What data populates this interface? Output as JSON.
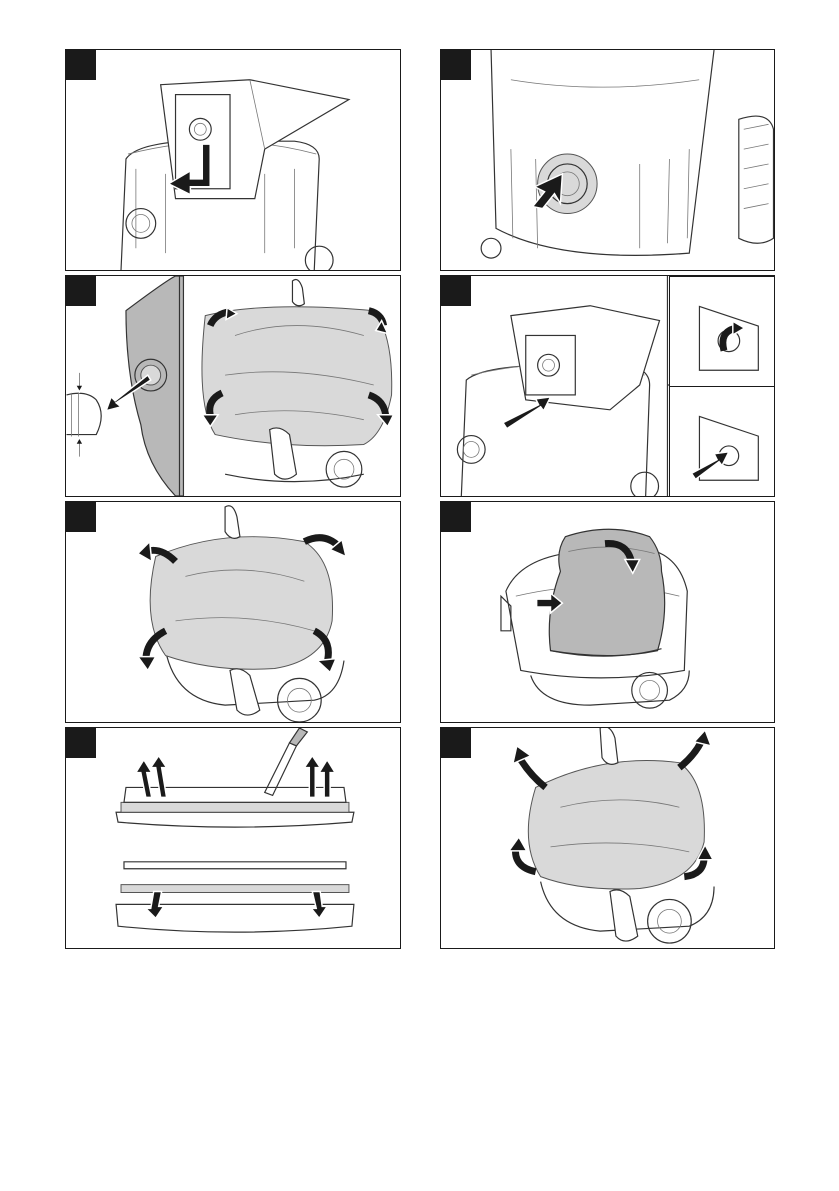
{
  "colors": {
    "line": "#1a1a1a",
    "tab": "#1a1a1a",
    "fill_gray": "#b8b8b8",
    "background": "#ffffff"
  },
  "figures": [
    {
      "id": 1,
      "depicts": "insert-paper-bag"
    },
    {
      "id": 2,
      "depicts": "attach-hose-connector"
    },
    {
      "id": 3,
      "depicts": "fit-plastic-liner"
    },
    {
      "id": 4,
      "depicts": "insert-bag-detail"
    },
    {
      "id": 5,
      "depicts": "remove-plastic-bag"
    },
    {
      "id": 6,
      "depicts": "install-filter-bag"
    },
    {
      "id": 7,
      "depicts": "replace-floor-nozzle-strips"
    },
    {
      "id": 8,
      "depicts": "remove-liner"
    }
  ]
}
